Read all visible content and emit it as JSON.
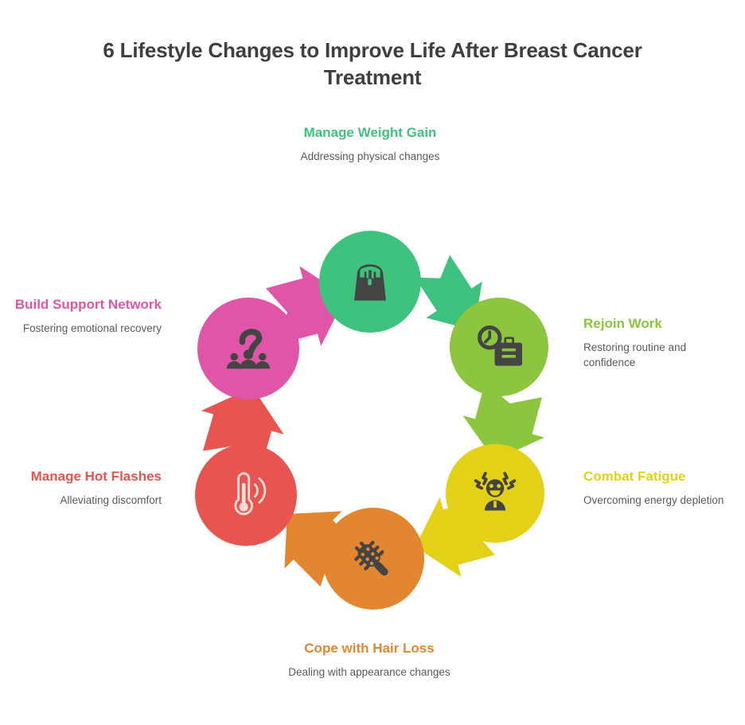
{
  "title": "6 Lifestyle Changes to Improve Life After Breast Cancer Treatment",
  "colors": {
    "green": "#3ec37e",
    "yellow_green": "#8cc63f",
    "yellow": "#e2d117",
    "orange": "#e2862f",
    "red": "#e8544f",
    "pink": "#e055a8",
    "icon_dark": "#444444",
    "title_text": "#3f3f3f",
    "sub_text": "#5a5a5a",
    "background": "#ffffff"
  },
  "chart_data": {
    "type": "cycle-diagram",
    "title": "6 Lifestyle Changes to Improve Life After Breast Cancer Treatment",
    "node_count": 6,
    "direction": "clockwise",
    "nodes": [
      {
        "heading": "Manage Weight Gain",
        "subtitle": "Addressing physical changes",
        "color": "#3ec37e",
        "icon": "weight-scale-icon",
        "position": "top"
      },
      {
        "heading": "Rejoin Work",
        "subtitle": "Restoring routine and confidence",
        "color": "#8cc63f",
        "icon": "clock-briefcase-icon",
        "position": "upper-right"
      },
      {
        "heading": "Combat Fatigue",
        "subtitle": "Overcoming energy depletion",
        "color": "#e2d117",
        "icon": "stressed-person-icon",
        "position": "lower-right"
      },
      {
        "heading": "Cope with Hair Loss",
        "subtitle": "Dealing with appearance changes",
        "color": "#e2862f",
        "icon": "hairbrush-icon",
        "position": "bottom"
      },
      {
        "heading": "Manage Hot Flashes",
        "subtitle": "Alleviating discomfort",
        "color": "#e8544f",
        "icon": "thermometer-icon",
        "position": "lower-left"
      },
      {
        "heading": "Build Support Network",
        "subtitle": "Fostering emotional recovery",
        "color": "#e055a8",
        "icon": "support-group-icon",
        "position": "upper-left"
      }
    ]
  },
  "nodes": [
    {
      "heading": "Manage Weight Gain",
      "subtitle": "Addressing physical changes"
    },
    {
      "heading": "Rejoin Work",
      "subtitle": "Restoring routine and confidence"
    },
    {
      "heading": "Combat Fatigue",
      "subtitle": "Overcoming energy depletion"
    },
    {
      "heading": "Cope with Hair Loss",
      "subtitle": "Dealing with appearance changes"
    },
    {
      "heading": "Manage Hot Flashes",
      "subtitle": "Alleviating discomfort"
    },
    {
      "heading": "Build Support Network",
      "subtitle": "Fostering emotional recovery"
    }
  ]
}
